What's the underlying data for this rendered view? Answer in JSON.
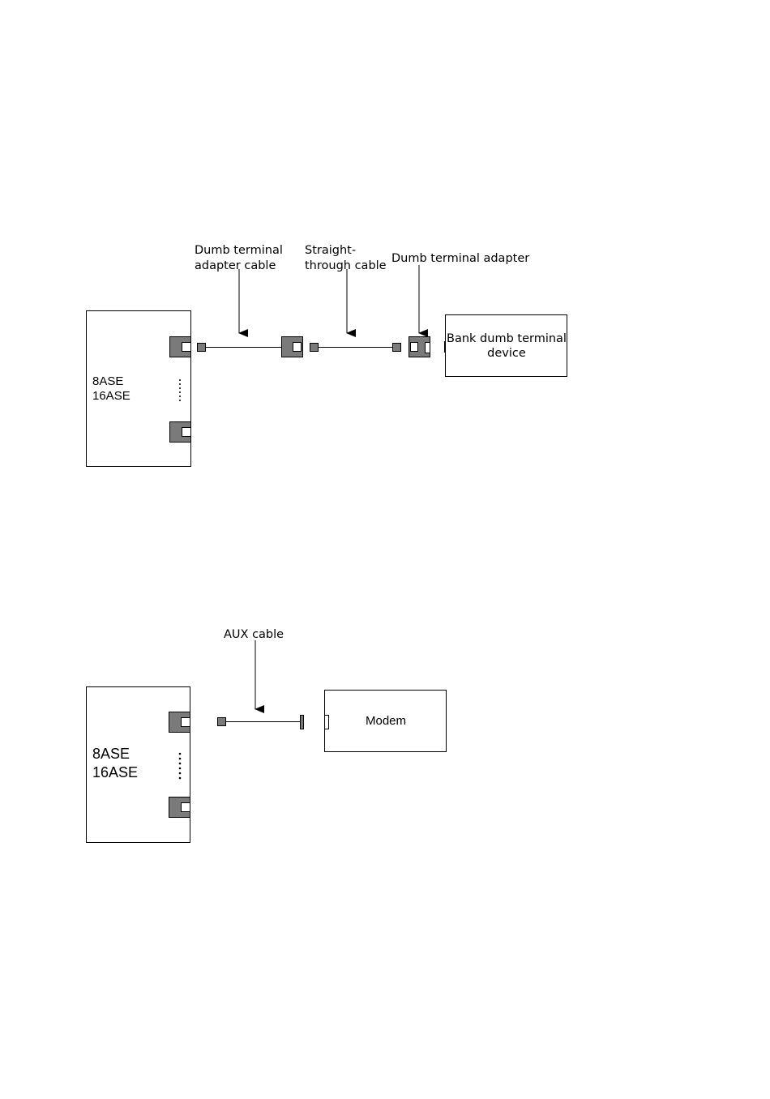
{
  "diagram_top": {
    "labels": {
      "adapter_cable_line1": "Dumb terminal",
      "adapter_cable_line2": "adapter cable",
      "straight_cable_line1": "Straight-",
      "straight_cable_line2": "through cable",
      "adapter": "Dumb terminal adapter"
    },
    "device_line1": "8ASE",
    "device_line2": "16ASE",
    "terminal_line1": "Bank dumb terminal",
    "terminal_line2": "device"
  },
  "diagram_bottom": {
    "labels": {
      "aux_cable": "AUX cable"
    },
    "device_line1": "8ASE",
    "device_line2": "16ASE",
    "modem": "Modem"
  }
}
